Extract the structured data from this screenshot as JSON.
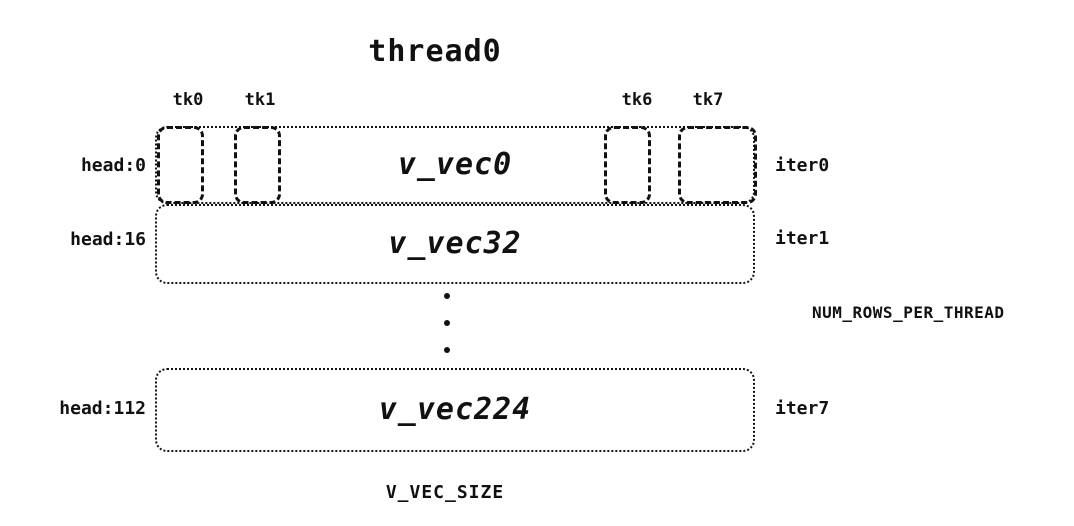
{
  "title": "thread0",
  "tk_labels": [
    "tk0",
    "tk1",
    "tk6",
    "tk7"
  ],
  "rows": [
    {
      "head": "head:0",
      "vec": "v_vec0",
      "iter": "iter0"
    },
    {
      "head": "head:16",
      "vec": "v_vec32",
      "iter": "iter1"
    },
    {
      "head": "head:112",
      "vec": "v_vec224",
      "iter": "iter7"
    }
  ],
  "right_label": "NUM_ROWS_PER_THREAD",
  "bottom_label": "V_VEC_SIZE",
  "colors": {
    "ink": "#111111",
    "background": "#ffffff"
  }
}
